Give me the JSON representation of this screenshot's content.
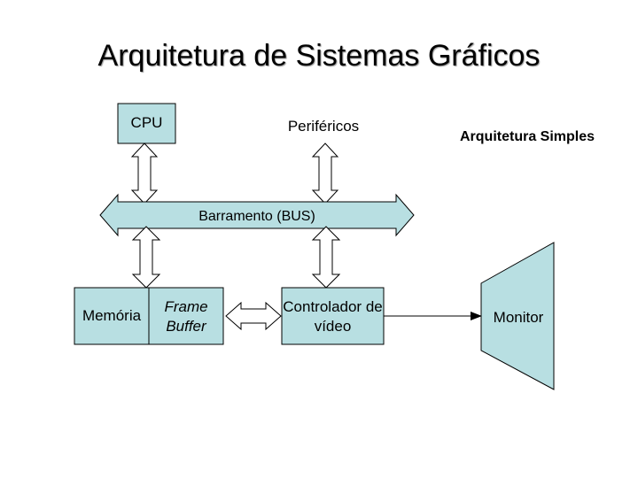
{
  "title": "Arquitetura de Sistemas Gráficos",
  "subtitle": "Arquitetura Simples",
  "nodes": {
    "cpu": "CPU",
    "perifericos": "Periféricos",
    "bus": "Barramento (BUS)",
    "memoria": "Memória",
    "frame_buffer": "Frame Buffer",
    "controlador": "Controlador de vídeo",
    "monitor": "Monitor"
  },
  "colors": {
    "fill": "#b8dfe2",
    "stroke": "#000000"
  }
}
